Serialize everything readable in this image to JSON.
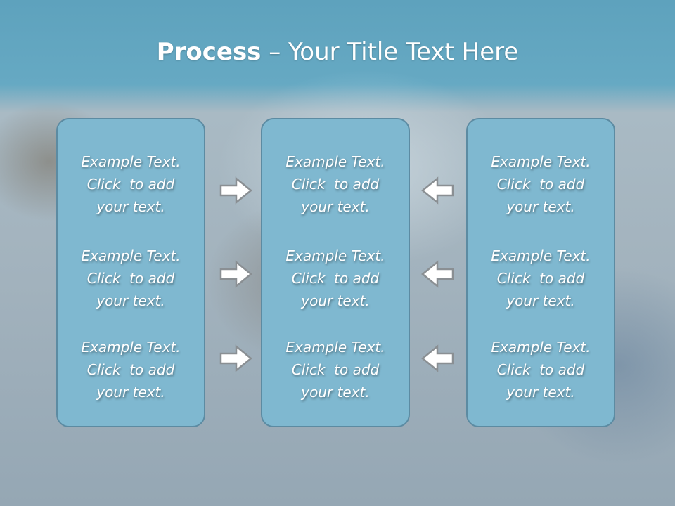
{
  "title": {
    "bold": "Process",
    "rest": " – Your Title Text Here"
  },
  "columns": [
    {
      "items": [
        "Example Text.\nClick  to add\nyour text.",
        "Example Text.\nClick  to add\nyour text.",
        "Example Text.\nClick  to add\nyour text."
      ]
    },
    {
      "items": [
        "Example Text.\nClick  to add\nyour text.",
        "Example Text.\nClick  to add\nyour text.",
        "Example Text.\nClick  to add\nyour text."
      ]
    },
    {
      "items": [
        "Example Text.\nClick  to add\nyour text.",
        "Example Text.\nClick  to add\nyour text.",
        "Example Text.\nClick  to add\nyour text."
      ]
    }
  ],
  "arrows": {
    "left_group": "right-arrow-icon",
    "right_group": "left-arrow-icon"
  },
  "colors": {
    "box_fill": "#7fb8d0",
    "box_border": "#5c8ba2",
    "header_band": "#5ea2bd",
    "arrow_fill": "#ffffff",
    "arrow_stroke": "#8a8f93"
  }
}
